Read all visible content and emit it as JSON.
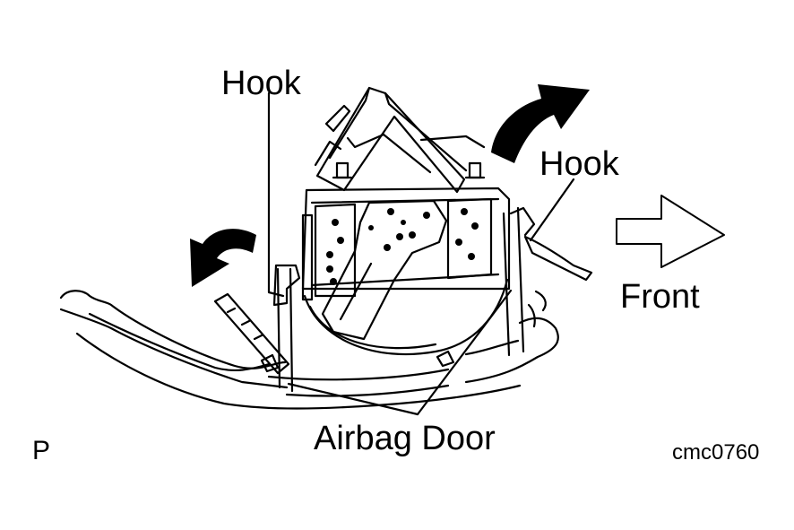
{
  "labels": {
    "hook_left": "Hook",
    "hook_right": "Hook",
    "front": "Front",
    "airbag_door": "Airbag Door",
    "corner_mark": "P",
    "figure_code": "cmc0760"
  },
  "icons": {
    "arrow_front": "outline-right-arrow-icon",
    "rotate_left": "curved-arrow-left-icon",
    "rotate_right": "curved-arrow-right-icon"
  },
  "colors": {
    "ink": "#000000",
    "background": "#ffffff"
  }
}
